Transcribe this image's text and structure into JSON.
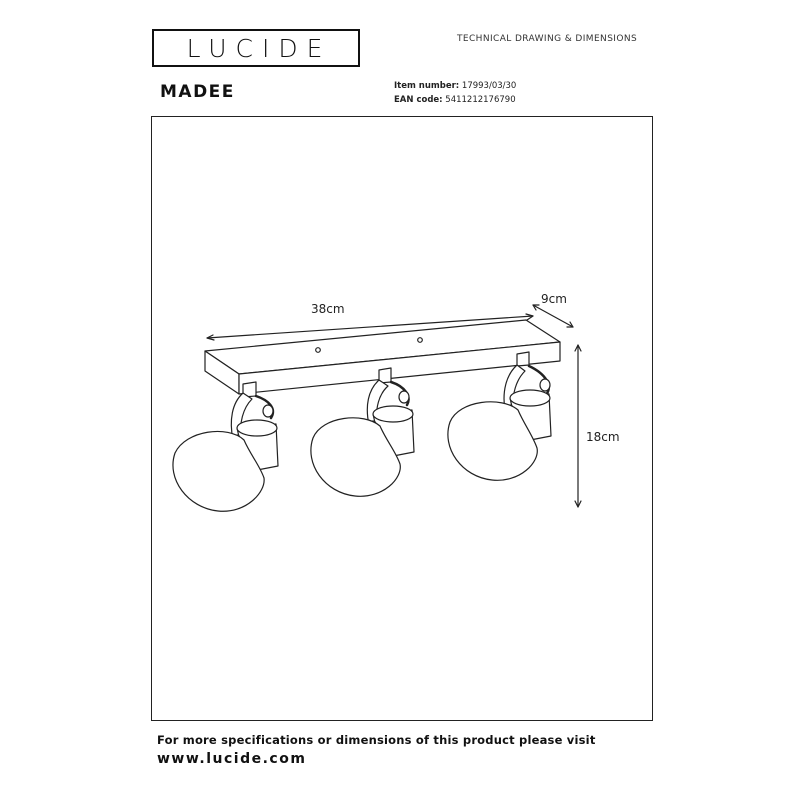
{
  "header": {
    "brand": "LUCIDE",
    "doc_type": "TECHNICAL DRAWING & DIMENSIONS"
  },
  "product": {
    "name": "MADEE",
    "item_number_label": "Item number:",
    "item_number": "17993/03/30",
    "ean_label": "EAN code:",
    "ean": "5411212176790"
  },
  "dimensions": {
    "length": "38cm",
    "width": "9cm",
    "height": "18cm"
  },
  "footer": {
    "note": "For more specifications or dimensions of this product please visit",
    "url": "www.lucide.com"
  },
  "colors": {
    "line": "#222222",
    "background": "#ffffff"
  }
}
